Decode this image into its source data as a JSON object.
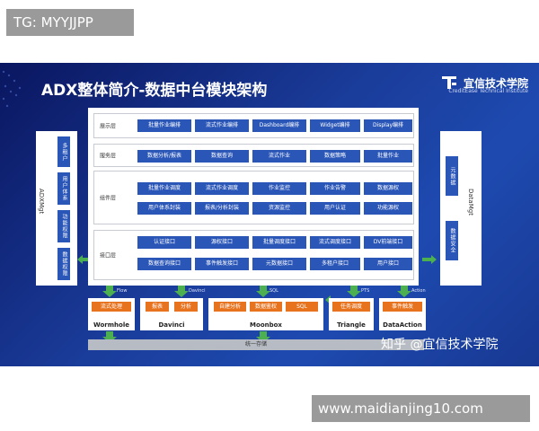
{
  "header_tag": "TG: MYYJJPP",
  "slide": {
    "title": "ADX整体简介-数据中台模块架构",
    "brand_name": "宜信技术学院",
    "brand_en": "CreditEase Technical Institute",
    "watermark": "知乎 @宜信技术学院"
  },
  "left_panel": {
    "title": "ADXMgt",
    "items": [
      "多租户",
      "用户体系",
      "功能权限",
      "数据权限"
    ]
  },
  "right_panel": {
    "title": "DataMgt",
    "items": [
      "元数据",
      "数据安全"
    ]
  },
  "layers": [
    {
      "label": "展示层",
      "chips": [
        "批量作业编排",
        "流式作业编排",
        "Dashboard编排",
        "Widget编排",
        "Display编排"
      ]
    },
    {
      "label": "服务层",
      "chips": [
        "数据分析/报表",
        "数据查询",
        "流式作业",
        "数据策略",
        "批量作业"
      ]
    },
    {
      "label": "组件层",
      "chips": [
        "批量作业调度",
        "流式作业调度",
        "作业监控",
        "作业告警",
        "数据源权",
        "用户体系封装",
        "报表/分析封装",
        "资源监控",
        "用户认证",
        "功能源权"
      ]
    },
    {
      "label": "接口层",
      "chips": [
        "认证接口",
        "源权接口",
        "批量调度接口",
        "流式调度接口",
        "DV前端接口",
        "数据查询接口",
        "事件触发接口",
        "元数据接口",
        "多租户接口",
        "用户接口"
      ]
    }
  ],
  "connectors": [
    "Flow",
    "Davinci",
    "SQL",
    "PTS",
    "Action"
  ],
  "modules": [
    {
      "name": "Wormhole",
      "chips": [
        "流式处理"
      ]
    },
    {
      "name": "Davinci",
      "chips": [
        "报表",
        "分析"
      ]
    },
    {
      "name": "Moonbox",
      "chips": [
        "自建分析",
        "数据鉴权",
        "SQL"
      ]
    },
    {
      "name": "Triangle",
      "chips": [
        "任务调度"
      ]
    },
    {
      "name": "DataAction",
      "chips": [
        "事件触发"
      ]
    }
  ],
  "storage": "统一存储",
  "footer": "www.maidianjing10.com",
  "colors": {
    "slide_bg": "#1a3c9a",
    "chip_blue": "#2a56b8",
    "chip_orange": "#e8731f",
    "arrow_green": "#4caf50"
  }
}
